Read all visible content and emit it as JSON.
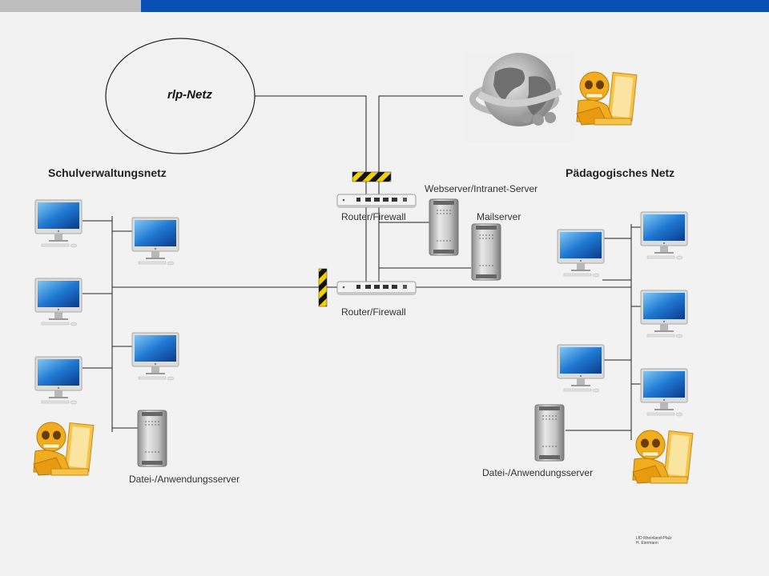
{
  "cloud": {
    "label": "rlp-Netz"
  },
  "internet": {
    "icon": "www-globe-icon"
  },
  "networks": {
    "left": {
      "title": "Schulverwaltungsnetz",
      "server_label": "Datei-/Anwendungsserver"
    },
    "right": {
      "title": "Pädagogisches Netz",
      "server_label": "Datei-/Anwendungsserver"
    }
  },
  "dmz": {
    "router_top_label": "Router/Firewall",
    "router_bottom_label": "Router/Firewall",
    "webserver_label": "Webserver/Intranet-Server",
    "mailserver_label": "Mailserver"
  },
  "footer": {
    "line1": "LfD Rheinland-Pfalz",
    "line2": "H. Eiermann"
  },
  "colors": {
    "accent": "#0a4fb4",
    "bar_gray": "#bdbdbd",
    "hacker": "#f0a818"
  }
}
